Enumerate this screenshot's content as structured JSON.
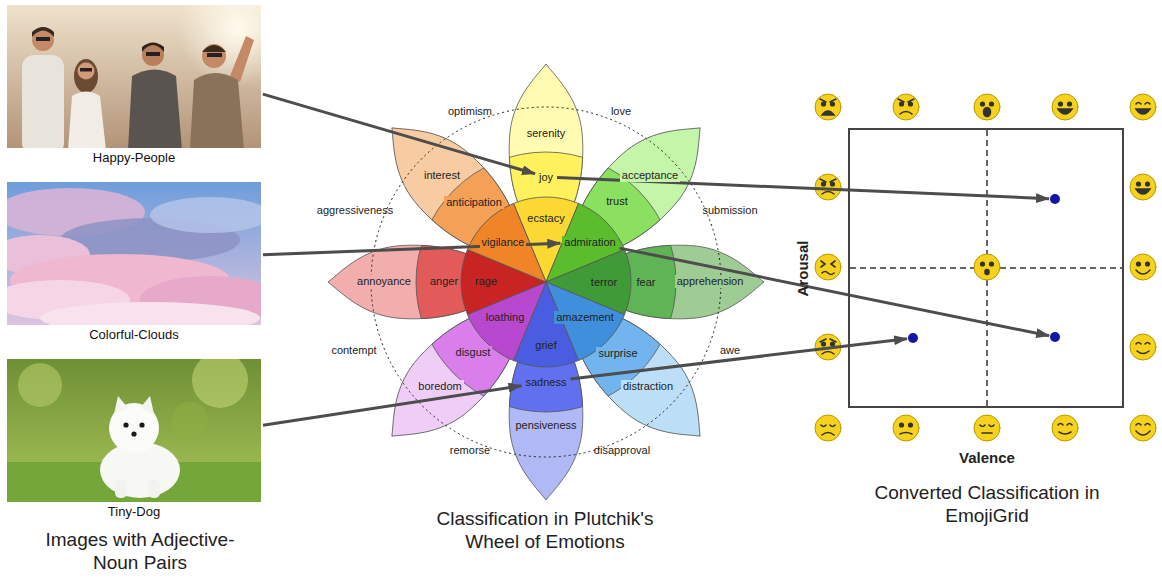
{
  "diagram": {
    "nodes": [
      {
        "text": [
          "Happy-People"
        ]
      },
      {
        "text": [
          "Colorful-Clouds"
        ]
      },
      {
        "text": [
          "Tiny-Dog"
        ]
      },
      {
        "text": [
          "serenity"
        ]
      },
      {
        "text": [
          "joy"
        ]
      },
      {
        "text": [
          "ecstacy"
        ]
      },
      {
        "text": [
          "acceptance"
        ]
      },
      {
        "text": [
          "trust"
        ]
      },
      {
        "text": [
          "admiration"
        ]
      },
      {
        "text": [
          "apprehension"
        ]
      },
      {
        "text": [
          "fear"
        ]
      },
      {
        "text": [
          "terror"
        ]
      },
      {
        "text": [
          "distraction"
        ]
      },
      {
        "text": [
          "surprise"
        ]
      },
      {
        "text": [
          "amazement"
        ]
      },
      {
        "text": [
          "pensiveness"
        ]
      },
      {
        "text": [
          "sadness"
        ]
      },
      {
        "text": [
          "grief"
        ]
      },
      {
        "text": [
          "boredom"
        ]
      },
      {
        "text": [
          "disgust"
        ]
      },
      {
        "text": [
          "loathing"
        ]
      },
      {
        "text": [
          "annoyance"
        ]
      },
      {
        "text": [
          "anger"
        ]
      },
      {
        "text": [
          "rage"
        ]
      },
      {
        "text": [
          "interest"
        ]
      },
      {
        "text": [
          "anticipation"
        ]
      },
      {
        "text": [
          "vigilance"
        ]
      },
      {
        "text": [
          "Arousal",
          "Valence"
        ]
      }
    ],
    "edges": [
      {
        "from": 0,
        "to": 4,
        "arrow": "to"
      },
      {
        "from": 1,
        "to": 8,
        "arrow": "to"
      },
      {
        "from": 2,
        "to": 16,
        "arrow": "to"
      },
      {
        "from": 4,
        "to": 27,
        "arrow": "to"
      },
      {
        "from": 8,
        "to": 27,
        "arrow": "to"
      },
      {
        "from": 16,
        "to": 27,
        "arrow": "to"
      }
    ],
    "labels": [
      "optimism",
      "love",
      "aggressiveness",
      "submission",
      "contempt",
      "awe",
      "remorse",
      "disapproval",
      "Images with Adjective-Noun Pairs",
      "Classification in Plutchik's Wheel of Emotions",
      "Converted Classification in EmojiGrid"
    ]
  }
}
